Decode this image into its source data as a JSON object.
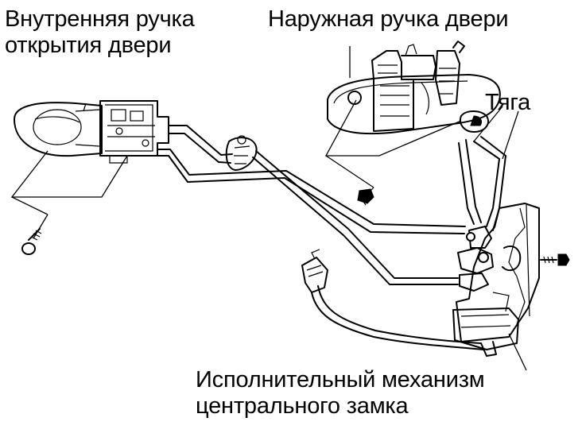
{
  "labels": {
    "inner_handle": [
      "Внутренняя ручка",
      "открытия двери"
    ],
    "outer_handle": "Наружная ручка двери",
    "rod": "Тяга",
    "actuator": [
      "Исполнительный механизм",
      "центрального замка"
    ]
  },
  "parts": [
    "inner-door-handle",
    "outer-door-handle",
    "rod",
    "central-lock-actuator",
    "door-lock",
    "screw",
    "bolt",
    "electrical-connector"
  ]
}
